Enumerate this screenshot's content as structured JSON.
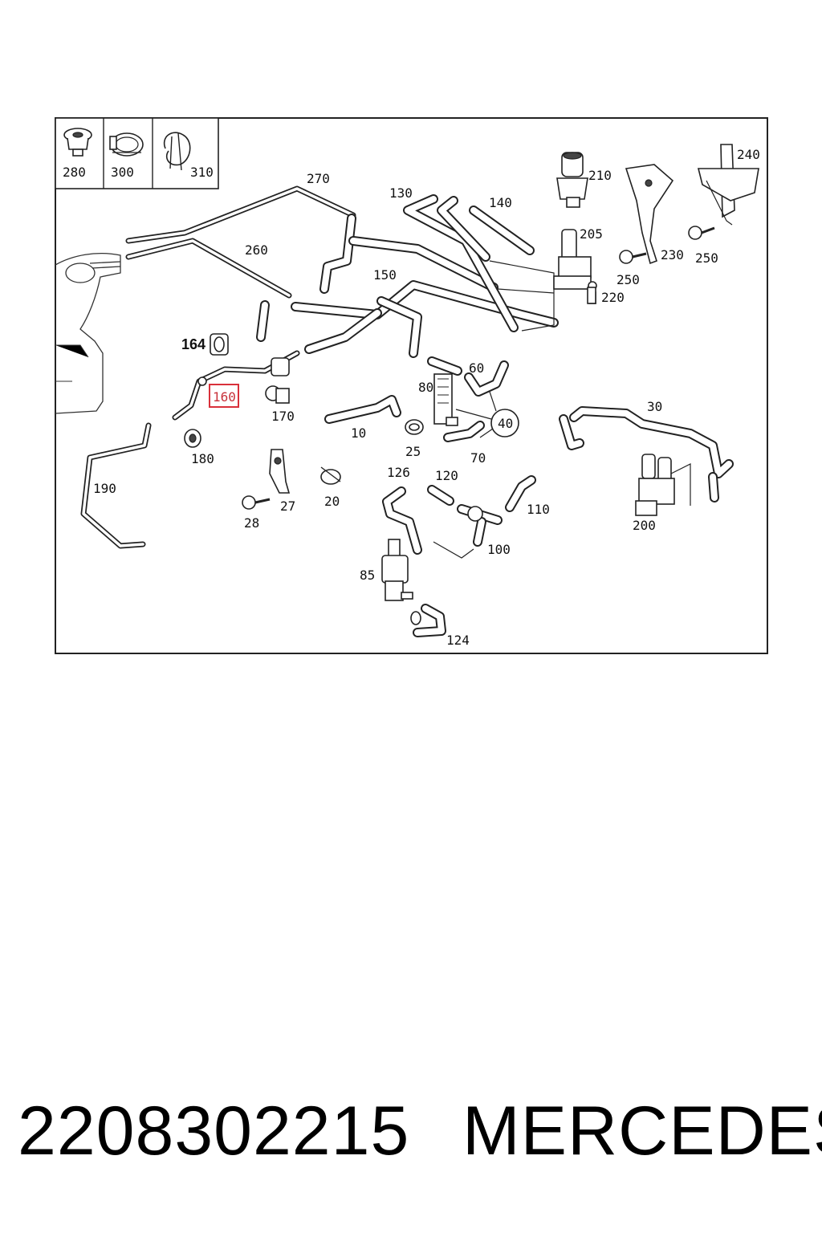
{
  "diagram": {
    "legend": {
      "c280": "280",
      "c300": "300",
      "c310": "310"
    },
    "callouts": {
      "c270": "270",
      "c130": "130",
      "c140": "140",
      "c210": "210",
      "c240": "240",
      "c205": "205",
      "c230": "230",
      "c250a": "250",
      "c250b": "250",
      "c220": "220",
      "c260": "260",
      "c150": "150",
      "c164": "164",
      "c160": "160",
      "c170": "170",
      "c80": "80",
      "c60": "60",
      "c40": "40",
      "c10": "10",
      "c25": "25",
      "c70": "70",
      "c30": "30",
      "c180": "180",
      "c190": "190",
      "c27": "27",
      "c20": "20",
      "c126": "126",
      "c120": "120",
      "c110": "110",
      "c28": "28",
      "c100": "100",
      "c200": "200",
      "c85": "85",
      "c124": "124"
    },
    "highlighted_part": "160",
    "highlight_color": "#d9303a"
  },
  "footer": {
    "part_number": "2208302215",
    "brand": "MERCEDES"
  }
}
